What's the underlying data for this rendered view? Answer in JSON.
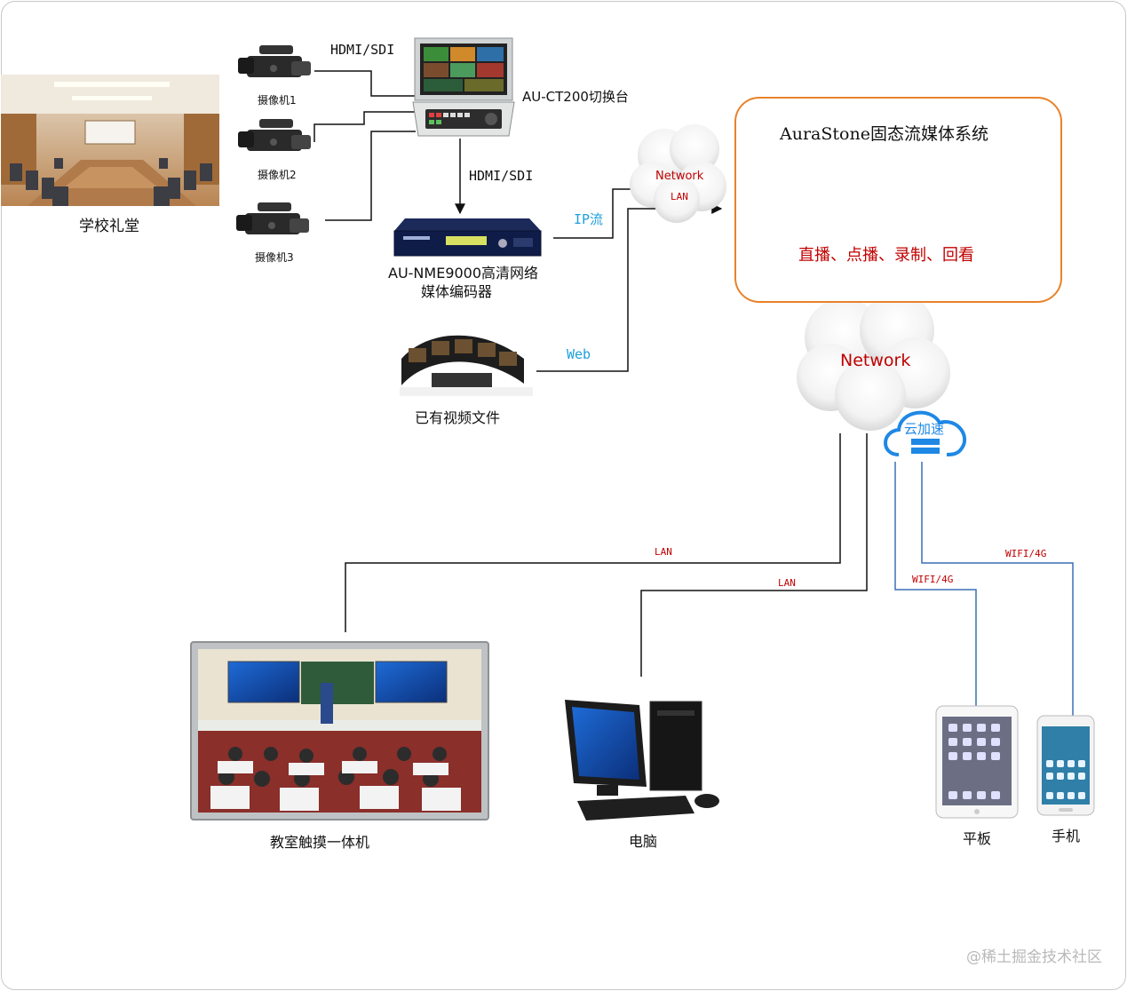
{
  "nodes": {
    "auditorium": "学校礼堂",
    "camera1": "摄像机1",
    "camera2": "摄像机2",
    "camera3": "摄像机3",
    "switcher": "AU-CT200切换台",
    "encoder_line1": "AU-NME9000高清网络",
    "encoder_line2": "媒体编码器",
    "video_files": "已有视频文件",
    "system_title": "AuraStone固态流媒体系统",
    "system_functions": "直播、点播、录制、回看",
    "classroom": "教室触摸一体机",
    "pc": "电脑",
    "tablet": "平板",
    "phone": "手机"
  },
  "clouds": {
    "top_network": "Network",
    "top_lan": "LAN",
    "bottom_network": "Network",
    "cloud_accel": "云加速"
  },
  "links": {
    "cam_to_switcher": "HDMI/SDI",
    "switcher_to_encoder": "HDMI/SDI",
    "encoder_to_cloud": "IP流",
    "files_to_cloud": "Web",
    "lan_classroom": "LAN",
    "lan_pc": "LAN",
    "wifi_tablet": "WIFI/4G",
    "wifi_phone": "WIFI/4G"
  },
  "colors": {
    "frame_border": "#c8c8c8",
    "system_border": "#e8822a",
    "function_text": "#c00000",
    "wired_line": "#111111",
    "wireless_line": "#3b6fb6",
    "ip_label": "#1ea0dc",
    "cloud_accel": "#1e88e5"
  },
  "watermark": "@稀土掘金技术社区"
}
